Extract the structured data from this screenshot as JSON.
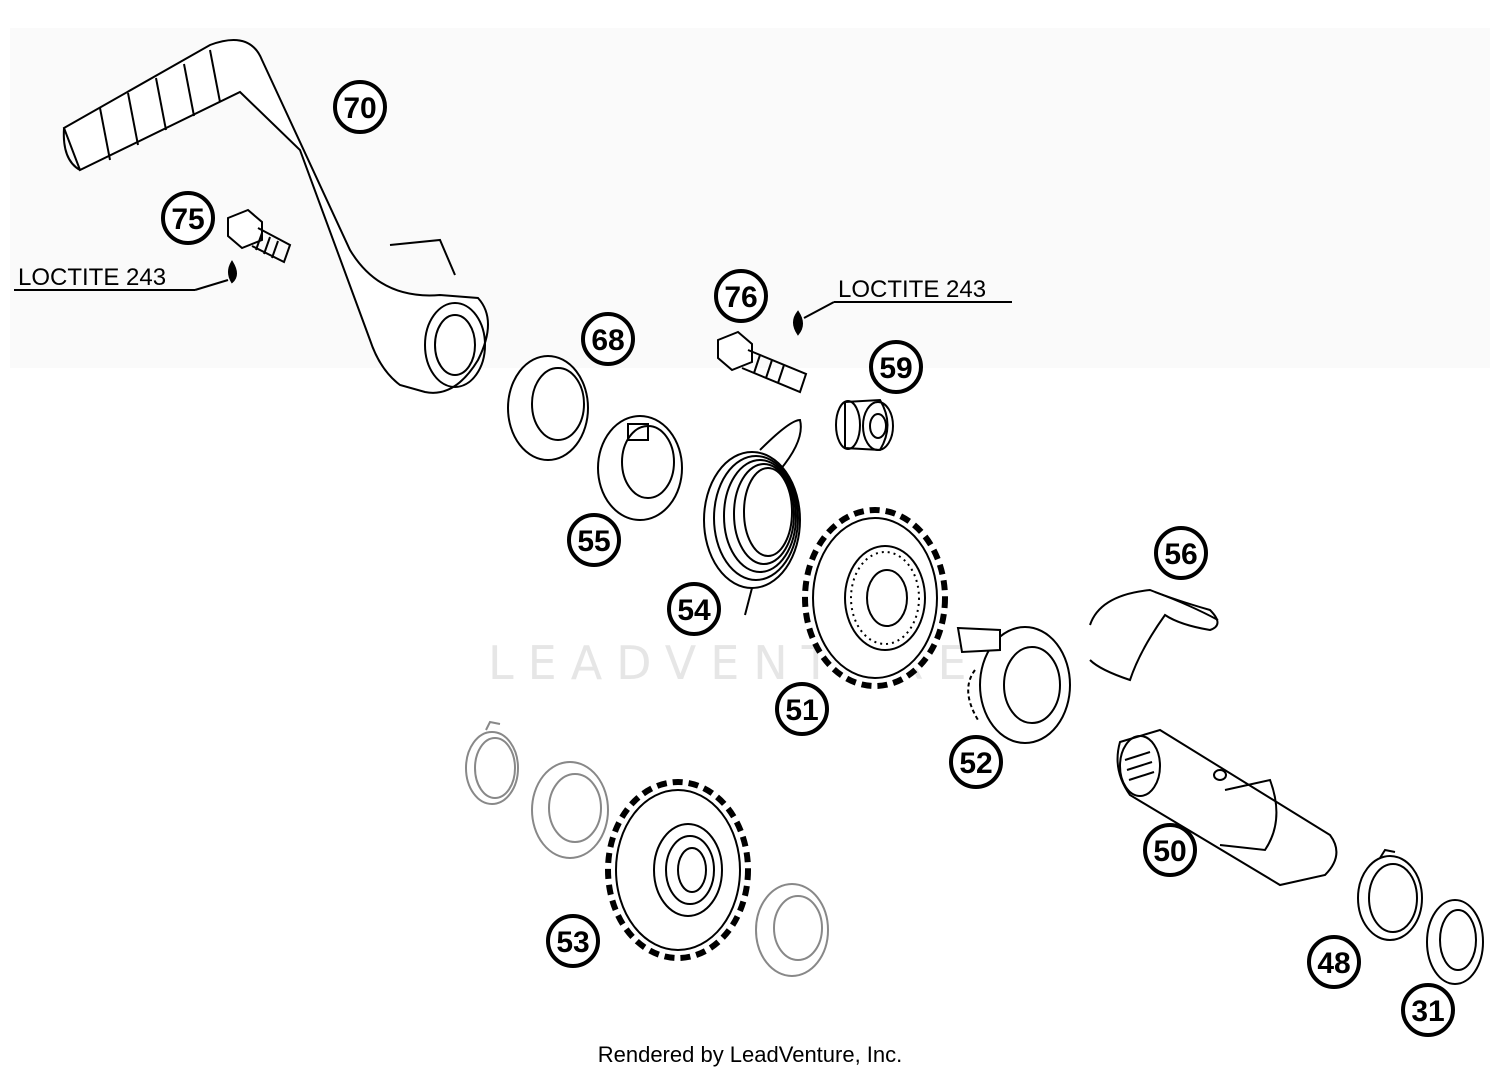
{
  "diagram": {
    "callouts": [
      {
        "id": "70",
        "label": "70"
      },
      {
        "id": "75",
        "label": "75"
      },
      {
        "id": "76",
        "label": "76"
      },
      {
        "id": "68",
        "label": "68"
      },
      {
        "id": "59",
        "label": "59"
      },
      {
        "id": "55",
        "label": "55"
      },
      {
        "id": "54",
        "label": "54"
      },
      {
        "id": "56",
        "label": "56"
      },
      {
        "id": "51",
        "label": "51"
      },
      {
        "id": "52",
        "label": "52"
      },
      {
        "id": "50",
        "label": "50"
      },
      {
        "id": "53",
        "label": "53"
      },
      {
        "id": "48",
        "label": "48"
      },
      {
        "id": "31",
        "label": "31"
      }
    ],
    "notes": {
      "loctite_left": "LOCTITE 243",
      "loctite_right": "LOCTITE 243"
    },
    "watermark": "LEADVENTURE",
    "footer": "Rendered by LeadVenture, Inc."
  }
}
